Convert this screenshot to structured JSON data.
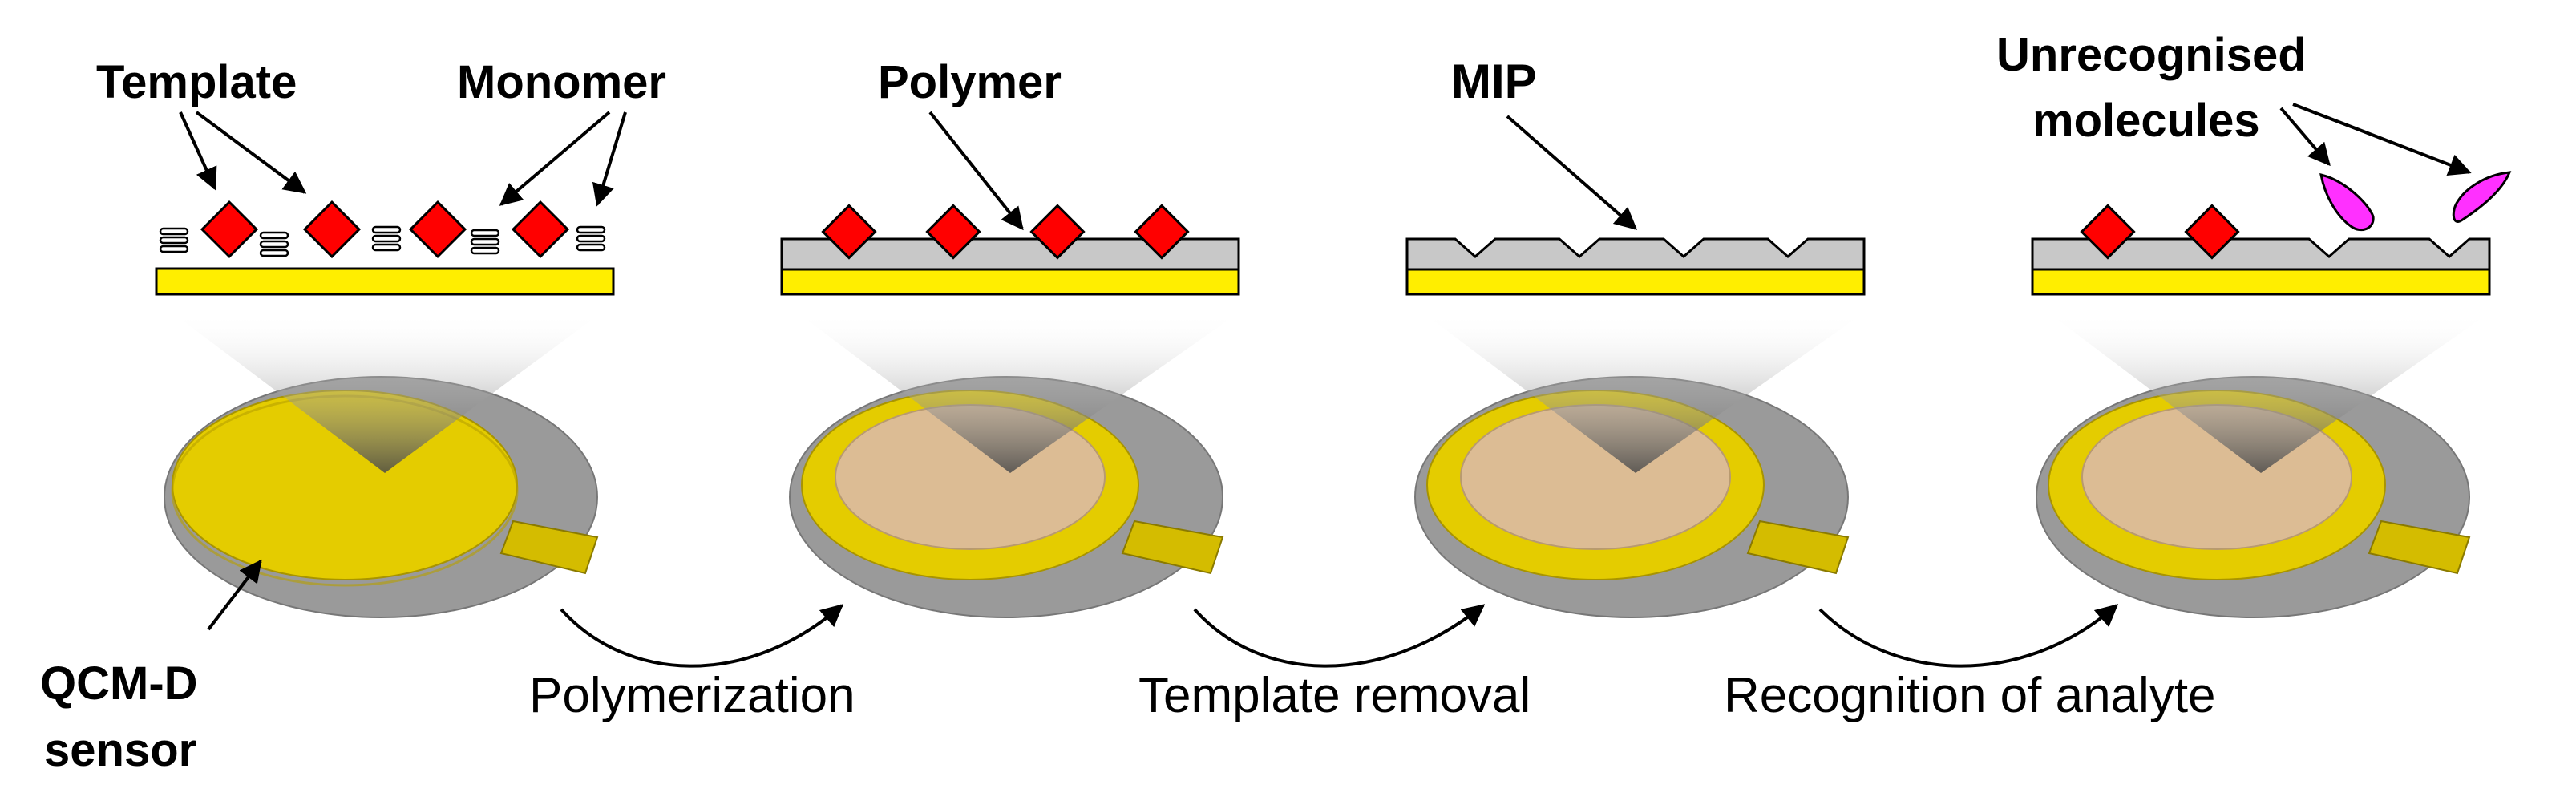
{
  "labels": {
    "template": "Template",
    "monomer": "Monomer",
    "polymer": "Polymer",
    "mip": "MIP",
    "unrecognised_line1": "Unrecognised",
    "unrecognised_line2": "molecules",
    "sensor_line1": "QCM-D",
    "sensor_line2": "sensor"
  },
  "steps": [
    {
      "label": "Polymerization"
    },
    {
      "label": "Template removal"
    },
    {
      "label": "Recognition of analyte"
    }
  ],
  "colors": {
    "gold": "#ffee00",
    "gold_dark": "#c8b400",
    "sensor_gold": "#e0c800",
    "polymer_gray": "#c8c8c8",
    "template_red": "#ff0000",
    "molecule_magenta": "#ff30ff",
    "sensor_ring": "#8a8a8a",
    "polymer_disc": "#dcbc94"
  }
}
